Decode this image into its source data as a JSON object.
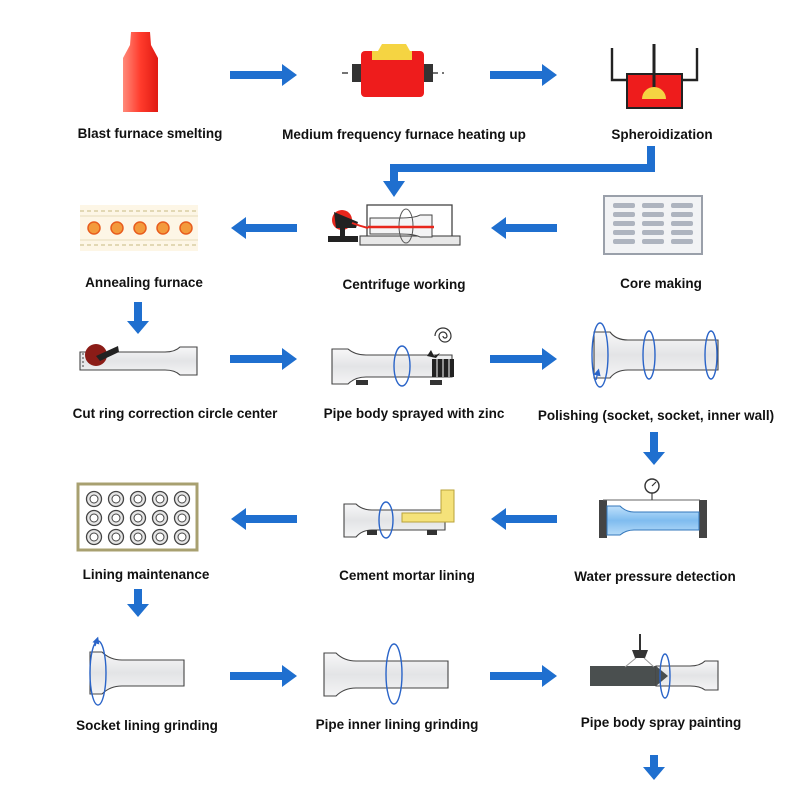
{
  "steps": [
    {
      "label": "Blast furnace smelting"
    },
    {
      "label": "Medium frequency furnace heating up"
    },
    {
      "label": "Spheroidization"
    },
    {
      "label": "Annealing furnace"
    },
    {
      "label": "Centrifuge working"
    },
    {
      "label": "Core making"
    },
    {
      "label": "Cut ring correction circle center"
    },
    {
      "label": "Pipe body sprayed with zinc"
    },
    {
      "label": "Polishing (socket, socket, inner wall)"
    },
    {
      "label": "Lining maintenance"
    },
    {
      "label": "Cement mortar lining"
    },
    {
      "label": "Water pressure detection"
    },
    {
      "label": "Socket lining grinding"
    },
    {
      "label": "Pipe inner lining grinding"
    },
    {
      "label": "Pipe body spray painting"
    }
  ],
  "colors": {
    "arrow": "#1f6fcf",
    "furnace_red": "#e8261c",
    "yellow": "#f5d442",
    "pipe_fill": "#e9eaec",
    "water_blue": "#8ec4f0",
    "dark": "#333333",
    "rotation_ring": "#2a64c8"
  }
}
